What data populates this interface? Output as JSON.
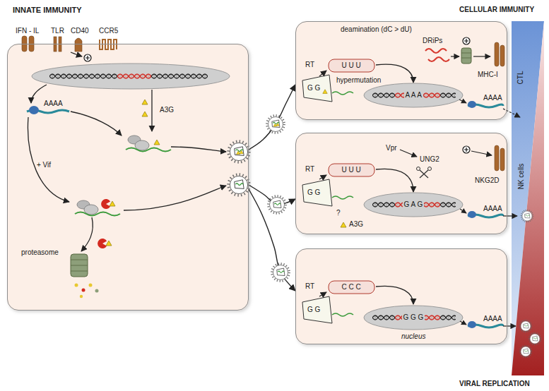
{
  "diagram": {
    "nodes": [
      {
        "text": [
          "INNATE IMMUNITY",
          "AAAA",
          "A3G",
          "+ Vif",
          "proteasome"
        ]
      },
      {
        "text": [
          "deamination (dC > dU)",
          "RT",
          "U U U",
          "G G",
          "hypermutation",
          "A A A",
          "DRiPs",
          "MHC-I",
          "AAAA"
        ]
      },
      {
        "text": [
          "Vpr",
          "UNG2",
          "RT",
          "U U U",
          "G G",
          "?",
          "A3G",
          "G A G",
          "NKG2D",
          "AAAA"
        ]
      },
      {
        "text": [
          "RT",
          "C C C",
          "G G",
          "G G G",
          "nucleus",
          "AAAA"
        ]
      }
    ],
    "edges": [
      {
        "from": 0,
        "to": 1,
        "arrow": "to"
      },
      {
        "from": 0,
        "to": 2,
        "arrow": "to"
      },
      {
        "from": 0,
        "to": 3,
        "arrow": "to"
      }
    ],
    "labels": [
      "IFN - IL",
      "TLR",
      "CD40",
      "CCR5",
      "CELLULAR IMMUNITY",
      "CTL",
      "NK cells",
      "VIRAL REPLICATION"
    ]
  }
}
